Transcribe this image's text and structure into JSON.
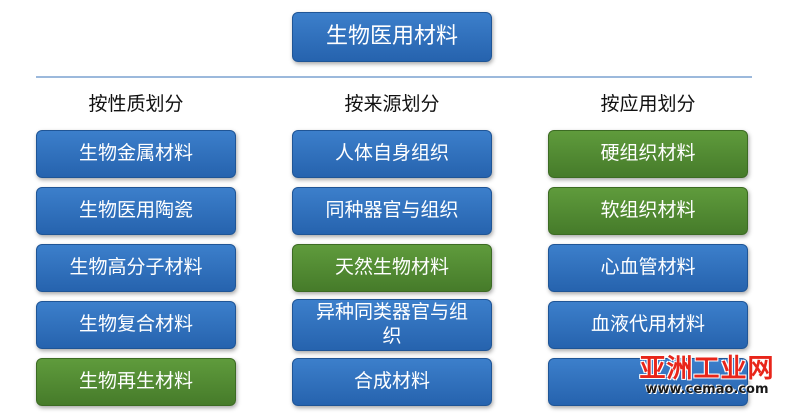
{
  "root": {
    "label": "生物医用材料",
    "color": "blue"
  },
  "columns": [
    {
      "heading": "按性质划分",
      "items": [
        {
          "label": "生物金属材料",
          "color": "blue"
        },
        {
          "label": "生物医用陶瓷",
          "color": "blue"
        },
        {
          "label": "生物高分子材料",
          "color": "blue"
        },
        {
          "label": "生物复合材料",
          "color": "blue"
        },
        {
          "label": "生物再生材料",
          "color": "green"
        }
      ]
    },
    {
      "heading": "按来源划分",
      "items": [
        {
          "label": "人体自身组织",
          "color": "blue"
        },
        {
          "label": "同种器官与组织",
          "color": "blue"
        },
        {
          "label": "天然生物材料",
          "color": "green"
        },
        {
          "label": "异种同类器官与组织",
          "color": "blue"
        },
        {
          "label": "合成材料",
          "color": "blue"
        }
      ]
    },
    {
      "heading": "按应用划分",
      "items": [
        {
          "label": "硬组织材料",
          "color": "green"
        },
        {
          "label": "软组织材料",
          "color": "green"
        },
        {
          "label": "心血管材料",
          "color": "blue"
        },
        {
          "label": "血液代用材料",
          "color": "blue"
        },
        {
          "label": "",
          "color": "blue"
        }
      ]
    }
  ],
  "watermark": {
    "title": "亚洲工业网",
    "url": "www.cemao.com"
  },
  "colors": {
    "blue": "#2f70bd",
    "green": "#52893a"
  }
}
